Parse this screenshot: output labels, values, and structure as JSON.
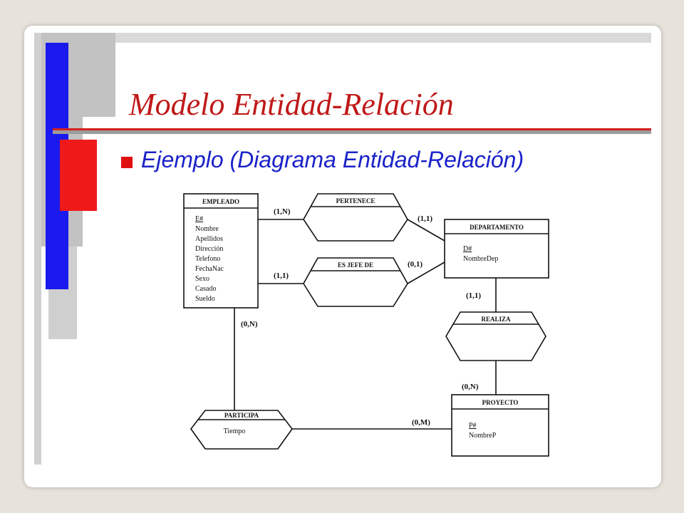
{
  "slide": {
    "title": "Modelo Entidad-Relación",
    "subtitle": "Ejemplo (Diagrama Entidad-Relación)"
  },
  "colors": {
    "title": "#c01818",
    "subtitle": "#1a22c8",
    "bullet": "#e01010",
    "deco_blue": "#1a1aee",
    "deco_red": "#ee1a1a",
    "deco_gray": "#bdbdbd"
  },
  "diagram": {
    "entities": {
      "empleado": {
        "name": "EMPLEADO",
        "key": "E#",
        "attributes": [
          "Nombre",
          "Apellidos",
          "Dirección",
          "Telefono",
          "FechaNac",
          "Sexo",
          "Casado",
          "Sueldo"
        ]
      },
      "departamento": {
        "name": "DEPARTAMENTO",
        "key": "D#",
        "attributes": [
          "NombreDep"
        ]
      },
      "proyecto": {
        "name": "PROYECTO",
        "key": "P#",
        "attributes": [
          "NombreP"
        ]
      }
    },
    "relationships": {
      "pertenece": {
        "name": "PERTENECE"
      },
      "es_jefe_de": {
        "name": "ES JEFE DE"
      },
      "realiza": {
        "name": "REALIZA"
      },
      "participa": {
        "name": "PARTICIPA",
        "attribute": "Tiempo"
      }
    },
    "cardinalities": {
      "empleado_pertenece": "(1,N)",
      "pertenece_departamento": "(1,1)",
      "empleado_esjefe": "(1,1)",
      "esjefe_departamento": "(0,1)",
      "departamento_realiza": "(1,1)",
      "realiza_proyecto": "(0,N)",
      "empleado_participa": "(0,N)",
      "participa_proyecto": "(0,M)"
    }
  }
}
